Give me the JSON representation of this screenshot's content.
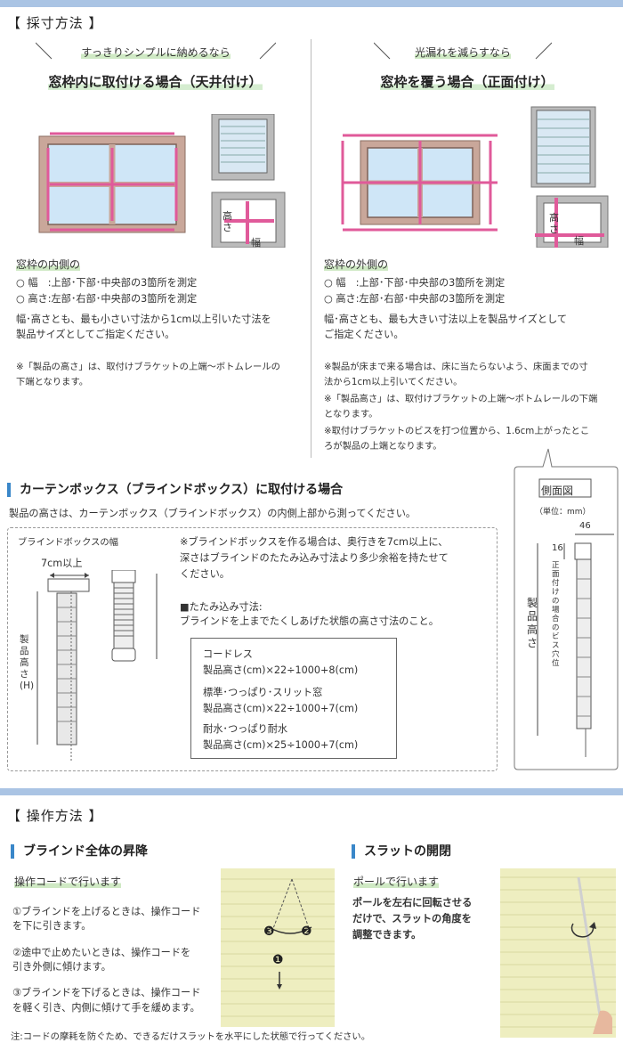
{
  "measure": {
    "title": "【 採寸方法 】",
    "left": {
      "tagline": "すっきりシンプルに納めるなら",
      "heading": "窓枠内に取付ける場合（天井付け）",
      "label_height": "高さ",
      "label_width": "幅",
      "area": "窓枠の内側の",
      "lines": [
        "○ 幅　:上部･下部･中央部の3箇所を測定",
        "○ 高さ:左部･右部･中央部の3箇所を測定"
      ],
      "desc": [
        "幅･高さとも、最も小さい寸法から1cm以上引いた寸法を",
        "製品サイズとしてご指定ください。"
      ],
      "notes": [
        "※「製品の高さ」は、取付けブラケットの上端～ボトムレールの",
        "下端となります。"
      ]
    },
    "right": {
      "tagline": "光漏れを減らすなら",
      "heading": "窓枠を覆う場合（正面付け）",
      "label_height": "高さ",
      "label_width": "幅",
      "area": "窓枠の外側の",
      "lines": [
        "○ 幅　:上部･下部･中央部の3箇所を測定",
        "○ 高さ:左部･右部･中央部の3箇所を測定"
      ],
      "desc": [
        "幅･高さとも、最も大きい寸法以上を製品サイズとして",
        "ご指定ください。"
      ],
      "notes": [
        "※製品が床まで来る場合は、床に当たらないよう、床面までの寸",
        "法から1cm以上引いてください。",
        "※「製品高さ」は、取付けブラケットの上端～ボトムレールの下端",
        "となります。",
        "※取付けブラケットのビスを打つ位置から、1.6cm上がったとこ",
        "ろが製品の上端となります。"
      ]
    }
  },
  "curtain_box": {
    "heading": "カーテンボックス（ブラインドボックス）に取付ける場合",
    "desc": "製品の高さは、カーテンボックス（ブラインドボックス）の内側上部から測ってください。",
    "box_width_label": "ブラインドボックスの幅",
    "depth_label": "7cm以上",
    "height_label": "製品高さ(H)",
    "note": [
      "※ブラインドボックスを作る場合は、奥行きを7cm以上に、",
      "深さはブラインドのたたみ込み寸法より多少余裕を持たせて",
      "ください。"
    ],
    "fold_title": "■たたみ込み寸法:",
    "fold_desc": "ブラインドを上までたくしあげた状態の高さ寸法のこと。",
    "formulas": [
      {
        "name": "コードレス",
        "formula": "製品高さ(cm)×22÷1000+8(cm)"
      },
      {
        "name": "標準･つっぱり･スリット窓",
        "formula": "製品高さ(cm)×22÷1000+7(cm)"
      },
      {
        "name": "耐水･つっぱり耐水",
        "formula": "製品高さ(cm)×25÷1000+7(cm)"
      }
    ]
  },
  "side_view": {
    "title": "側面図",
    "unit": "（単位：mm）",
    "width_value": "46",
    "offset_value": "16",
    "height_label": "製品高さ",
    "screw_label": "正面付けの場合のビス穴位"
  },
  "operate": {
    "title": "【 操作方法 】",
    "raise": {
      "heading": "ブラインド全体の昇降",
      "sub": "操作コードで行います",
      "steps": [
        [
          "①ブラインドを上げるときは、操作コード",
          "を下に引きます。"
        ],
        [
          "②途中で止めたいときは、操作コードを",
          "引き外側に傾けます。"
        ],
        [
          "③ブラインドを下げるときは、操作コード",
          "を軽く引き、内側に傾けて手を緩めます。"
        ]
      ],
      "markers": [
        "❸",
        "❷",
        "❶"
      ]
    },
    "slat": {
      "heading": "スラットの開閉",
      "sub": "ポールで行います",
      "desc": [
        "ポールを左右に回転させる",
        "だけで、スラットの角度を",
        "調整できます。"
      ]
    },
    "footnote": "注:コードの摩耗を防ぐため、できるだけスラットを水平にした状態で行ってください。"
  },
  "colors": {
    "accent_blue": "#3a87c9",
    "top_bar": "#aac4e4",
    "pink_arrow": "#e05a9a",
    "window_frame": "#c9a79a",
    "glass": "#cfe6f7",
    "blind_yellow": "#eeeec0"
  }
}
